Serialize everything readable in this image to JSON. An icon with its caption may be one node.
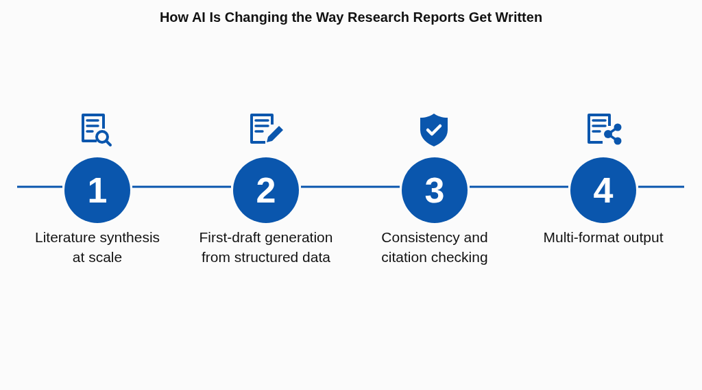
{
  "diagram": {
    "title": "How AI Is Changing the Way Research Reports Get Written",
    "nodes": [
      {
        "text": [
          "1"
        ],
        "beside": [
          "Literature synthesis at scale"
        ]
      },
      {
        "text": [
          "2"
        ],
        "beside": [
          "First-draft generation from structured data"
        ]
      },
      {
        "text": [
          "3"
        ],
        "beside": [
          "Consistency and citation checking"
        ]
      },
      {
        "text": [
          "4"
        ],
        "beside": [
          "Multi-format output"
        ]
      }
    ],
    "edges": [
      {
        "from": null,
        "to": 0,
        "arrow": "none"
      },
      {
        "from": 0,
        "to": 1,
        "arrow": "none"
      },
      {
        "from": 1,
        "to": 2,
        "arrow": "none"
      },
      {
        "from": 2,
        "to": 3,
        "arrow": "none"
      },
      {
        "from": 3,
        "to": null,
        "arrow": "none"
      }
    ]
  }
}
